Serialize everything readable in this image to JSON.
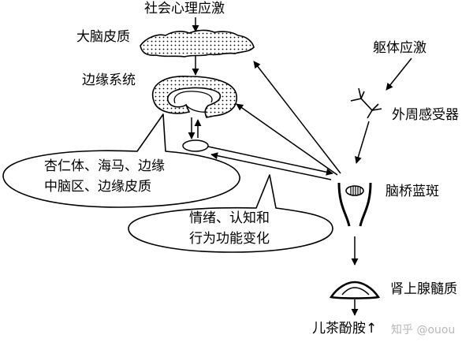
{
  "labels": {
    "social_stress": "社会心理应激",
    "cerebral_cortex": "大脑皮质",
    "limbic_system": "边缘系统",
    "somatic_stress": "躯体应激",
    "peripheral_receptor": "外周感受器",
    "locus_coeruleus": "脑桥蓝斑",
    "adrenal_medulla": "肾上腺髓质",
    "catecholamine": "儿茶酚胺↑"
  },
  "bubbles": {
    "limbic_regions": {
      "line1": "杏仁体、海马、边缘",
      "line2": "中脑区、边缘皮质"
    },
    "outcome": {
      "line1": "情绪、认知和",
      "line2": "行为功能变化"
    }
  },
  "watermark": "知乎 @ouou"
}
